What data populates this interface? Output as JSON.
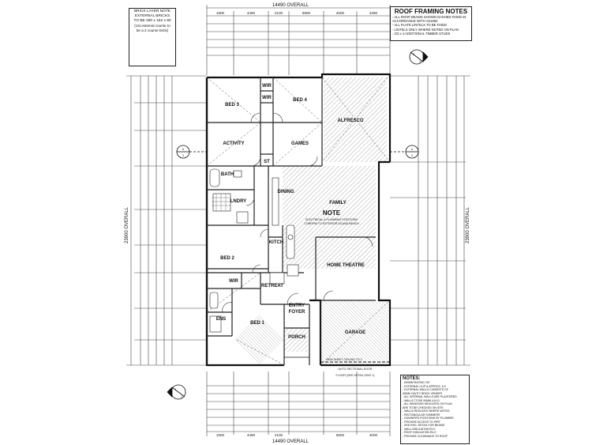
{
  "brick_note": {
    "lines": [
      "BRICK LAYER NOTE",
      "EXTERNAL BRICKS",
      "TO BE 290 x 162 x 90",
      "(1st external course to",
      "be a 2 course brick)"
    ]
  },
  "roof_notes": {
    "title": "ROOF FRAMING NOTES",
    "lines": [
      "- ALL ROOF BEAMS SHOWN DASHED FIXED IN",
      "ACCORDANCE WITH AS1684",
      "- ALL PLATE LINTELS TO BE FIXED",
      "- LINTELS ONLY WHERE NOTED ON PLAN",
      "- 2/3 x 4 ADDITIONAL TIMBER STUDS"
    ]
  },
  "overall": {
    "top": "14490 OVERALL",
    "bottom": "14490 OVERALL",
    "left": "23900 OVERALL",
    "right": "23900 OVERALL"
  },
  "top_dims": [
    "1900",
    "4490",
    "2100",
    "5900",
    "4000",
    "3490"
  ],
  "bottom_dims": [
    "1900",
    "4490",
    "2100",
    "6500",
    "4000"
  ],
  "rooms": {
    "bed3": "BED 3",
    "wir_top": "WIR",
    "wir_top2": "WIR",
    "bed4": "BED 4",
    "alfresco": "ALFRESCO",
    "activity": "ACTIVITY",
    "games": "GAMES",
    "st": "ST",
    "bath": "BATH",
    "lndry": "LNDRY",
    "dining": "DINING",
    "family": "FAMILY",
    "bed2": "BED 2",
    "kitch": "KITCH",
    "home_theatre": "HOME THEATRE",
    "wir_mid": "WIR",
    "retreat": "RETREAT",
    "ens": "ENS",
    "bed1": "BED 1",
    "entry": "ENTRY",
    "foyer": "FOYER",
    "porch": "PORCH",
    "garage": "GARAGE"
  },
  "center_note": {
    "title": "NOTE",
    "lines": [
      "ELECTRICAL & PLUMBING POSITIONS",
      "CONFIRM TO EXTERIOR ISLAND BENCH"
    ]
  },
  "section_markers": {
    "a_left_top": "A",
    "a_left_bot": "3",
    "a_right_top": "A",
    "a_right_bot": "3",
    "b_top": "2",
    "b_bot": "3",
    "c_top": "4",
    "c_bot": "1"
  },
  "side_notes": {
    "garage_door": "AUTO SECTIONAL DOOR",
    "pier_note": "FLOOR (SEE DETAIL DWG 1)",
    "ceiling": "NEW SHEET CEILING TO 1"
  },
  "notes_box": {
    "title": "NOTES:",
    "lines": [
      "- 600MM RATING 'N3'",
      "- EXTERNAL CLIP & APPROX. 6.0",
      "- EXTERNAL WALLS CONSISTS OF",
      "  90MM CAVITY BRICK VENEER",
      "- ALL INTERNAL WALLS ARE PLASTERED",
      "- WALLS TO BE 90MM U.N.O.",
      "- ALL WINDOWS INDICATED ON PLAN",
      "  ARE TO BE CHECKED ON SITE",
      "- WALLS REDUCED WHERE NOTED",
      "- RECTANGULAR SOMMERS",
      "- DOWNPIPE POSITIONS BY PLUMBER",
      "- PROVIDE ACCESS TO PIPE",
      "- SEE ENG. DETAIL FOR BEAMS",
      "- WALL INSULATION R2.0",
      "- ROOF INSULATION R4.0",
      "- PROVIDE CLEARANCE TO ROOF"
    ]
  }
}
